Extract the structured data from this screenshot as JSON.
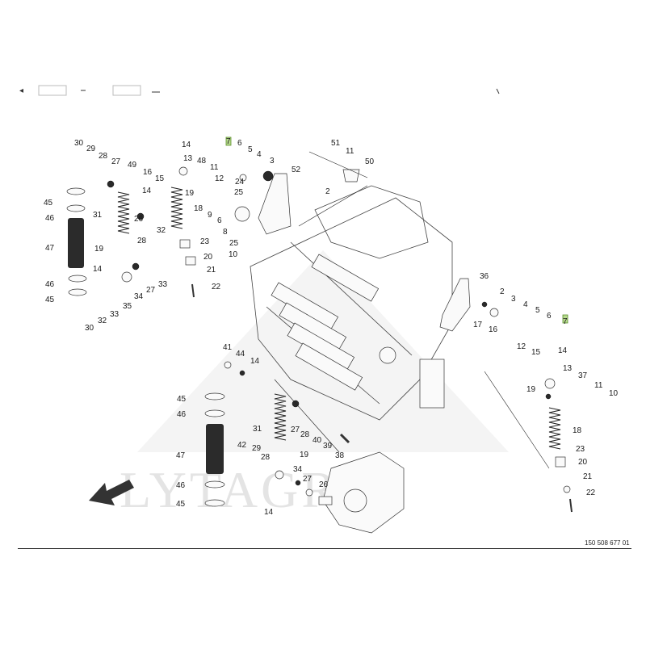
{
  "document_number": "150 508 677 01",
  "watermark_text": "LYTAGRA",
  "highlight_color": "#b6d98e",
  "callouts": {
    "c_30a": "30",
    "c_29a": "29",
    "c_28a": "28",
    "c_27a": "27",
    "c_49": "49",
    "c_16a": "16",
    "c_15a": "15",
    "c_14a": "14",
    "c_13a": "13",
    "c_48": "48",
    "c_7a": "7",
    "c_6a": "6",
    "c_5a": "5",
    "c_4a": "4",
    "c_3a": "3",
    "c_11a": "11",
    "c_14b": "14",
    "c_26a": "26",
    "c_12a": "12",
    "c_19a": "19",
    "c_24a": "24",
    "c_25a": "25",
    "c_52": "52",
    "c_51": "51",
    "c_11b": "11",
    "c_50": "50",
    "c_2a": "2",
    "c_45a": "45",
    "c_46a": "46",
    "c_31a": "31",
    "c_18a": "18",
    "c_9a": "9",
    "c_6b": "6",
    "c_8a": "8",
    "c_47a": "47",
    "c_32a": "32",
    "c_23a": "23",
    "c_20a": "20",
    "c_19b": "19",
    "c_28b": "28",
    "c_25b": "25",
    "c_10a": "10",
    "c_14c": "14",
    "c_21a": "21",
    "c_46b": "46",
    "c_33a": "33",
    "c_34a": "34",
    "c_27b": "27",
    "c_22a": "22",
    "c_45b": "45",
    "c_35a": "35",
    "c_33b": "33",
    "c_32b": "32",
    "c_30b": "30",
    "c_36": "36",
    "c_2b": "2",
    "c_3b": "3",
    "c_4b": "4",
    "c_5b": "5",
    "c_6c": "6",
    "c_7b": "7",
    "c_17a": "17",
    "c_16b": "16",
    "c_12b": "12",
    "c_15b": "15",
    "c_14d": "14",
    "c_13b": "13",
    "c_37a": "37",
    "c_19c": "19",
    "c_11c": "11",
    "c_10b": "10",
    "c_18b": "18",
    "c_23b": "23",
    "c_20b": "20",
    "c_21b": "21",
    "c_22b": "22",
    "c_41a": "41",
    "c_44a": "44",
    "c_14e": "14",
    "c_45c": "45",
    "c_46c": "46",
    "c_31b": "31",
    "c_27c": "27",
    "c_28c": "28",
    "c_40a": "40",
    "c_39a": "39",
    "c_19d": "19",
    "c_38a": "38",
    "c_47b": "47",
    "c_42a": "42",
    "c_29b": "29",
    "c_28d": "28",
    "c_34b": "34",
    "c_46d": "46",
    "c_27d": "27",
    "c_26b": "26",
    "c_45d": "45",
    "c_14f": "14"
  }
}
